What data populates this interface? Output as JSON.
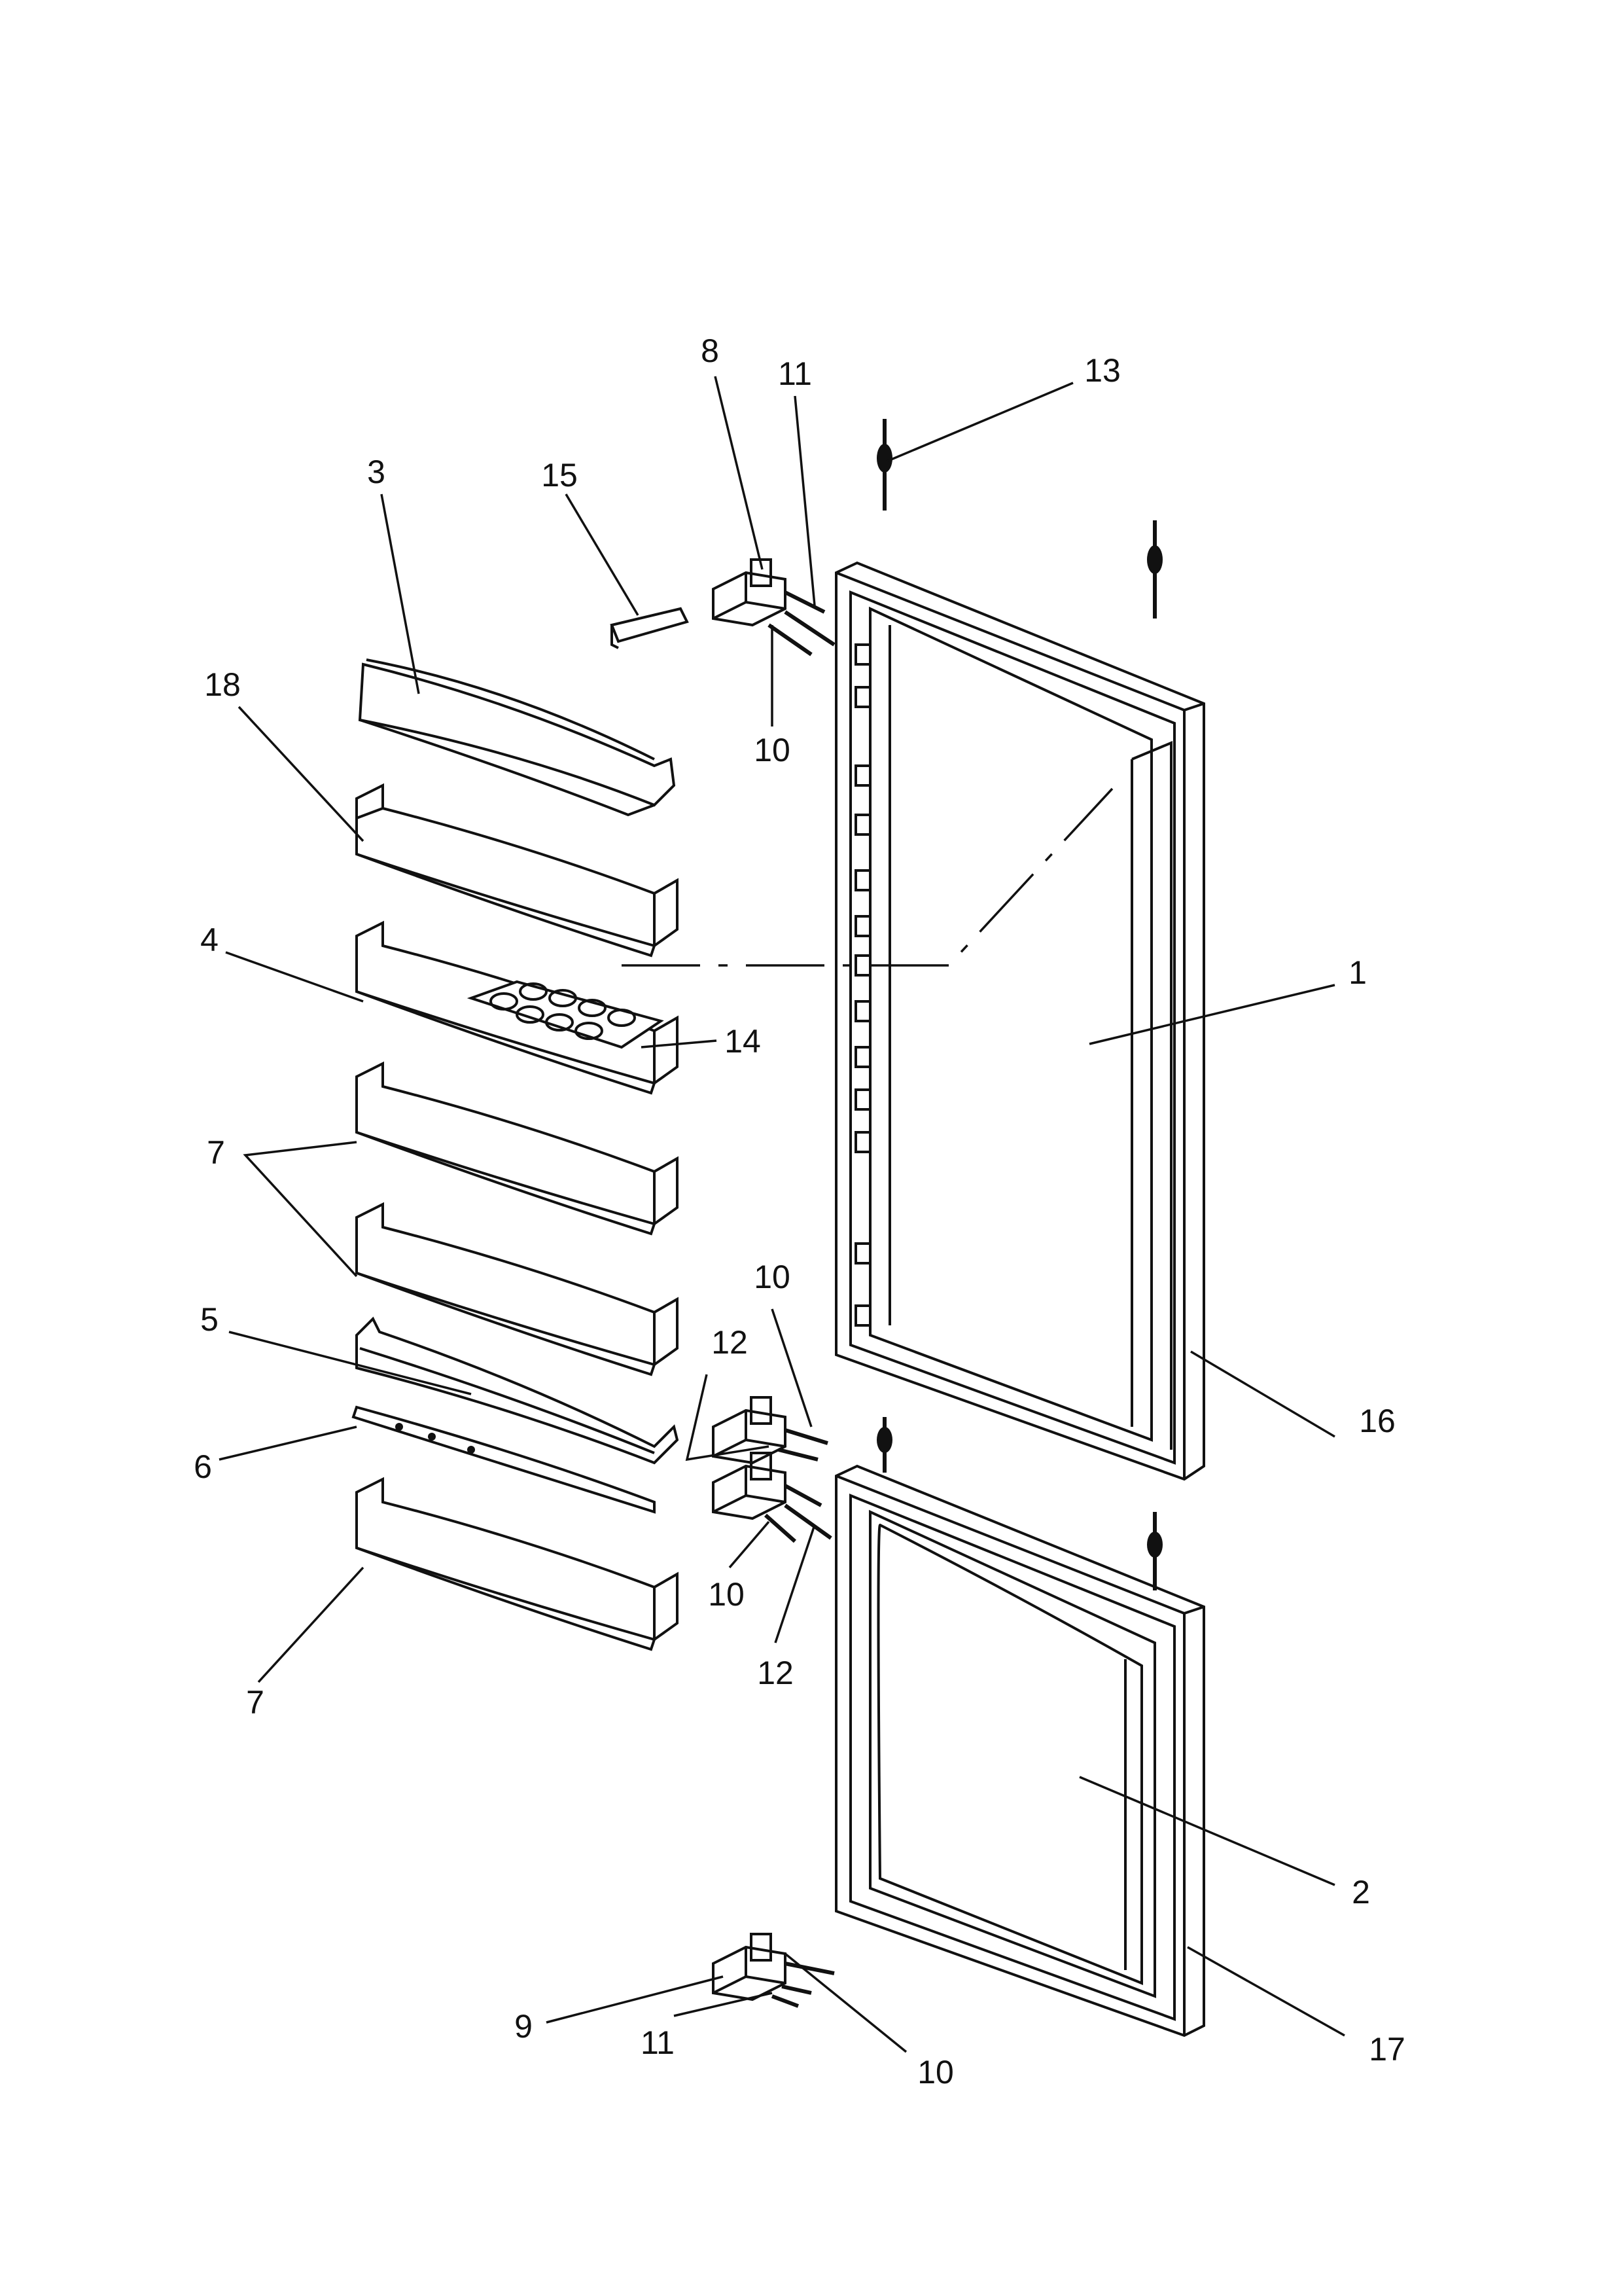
{
  "diagram": {
    "type": "exploded-parts-diagram",
    "callouts": [
      {
        "id": "c1",
        "label": "1"
      },
      {
        "id": "c2",
        "label": "2"
      },
      {
        "id": "c3",
        "label": "3"
      },
      {
        "id": "c4",
        "label": "4"
      },
      {
        "id": "c5",
        "label": "5"
      },
      {
        "id": "c6",
        "label": "6"
      },
      {
        "id": "c7a",
        "label": "7"
      },
      {
        "id": "c7b",
        "label": "7"
      },
      {
        "id": "c8",
        "label": "8"
      },
      {
        "id": "c9",
        "label": "9"
      },
      {
        "id": "c10a",
        "label": "10"
      },
      {
        "id": "c10b",
        "label": "10"
      },
      {
        "id": "c10c",
        "label": "10"
      },
      {
        "id": "c10d",
        "label": "10"
      },
      {
        "id": "c11a",
        "label": "11"
      },
      {
        "id": "c11b",
        "label": "11"
      },
      {
        "id": "c12a",
        "label": "12"
      },
      {
        "id": "c12b",
        "label": "12"
      },
      {
        "id": "c13",
        "label": "13"
      },
      {
        "id": "c14",
        "label": "14"
      },
      {
        "id": "c15",
        "label": "15"
      },
      {
        "id": "c16",
        "label": "16"
      },
      {
        "id": "c17",
        "label": "17"
      },
      {
        "id": "c18",
        "label": "18"
      }
    ]
  }
}
